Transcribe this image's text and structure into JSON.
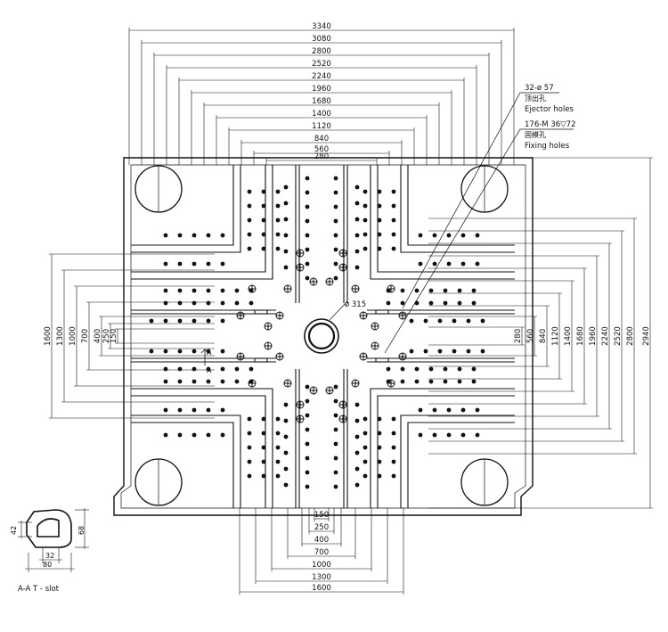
{
  "dimensions": {
    "top_horizontal": [
      "3340",
      "3080",
      "2800",
      "2520",
      "2240",
      "1960",
      "1680",
      "1400",
      "1120",
      "840",
      "560",
      "280"
    ],
    "right_vertical": [
      "280",
      "560",
      "840",
      "1120",
      "1400",
      "1680",
      "1960",
      "2240",
      "2520",
      "2800",
      "2940"
    ],
    "left_vertical": [
      "1600",
      "1300",
      "1000",
      "700",
      "400",
      "250",
      "150"
    ],
    "bottom_horizontal": [
      "150",
      "250",
      "400",
      "700",
      "1000",
      "1300",
      "1600"
    ],
    "center_bore": "ø 315"
  },
  "callouts": {
    "ejector_count": "32-ø 57",
    "ejector_cn": "顶出孔",
    "ejector_en": "Ejector holes",
    "fixing_count": "176-M 36▽72",
    "fixing_cn": "固模孔",
    "fixing_en": "Fixing holes"
  },
  "section": {
    "label": "A-A T - slot",
    "marker": "A",
    "dims": [
      "42",
      "68",
      "32",
      "80"
    ]
  }
}
